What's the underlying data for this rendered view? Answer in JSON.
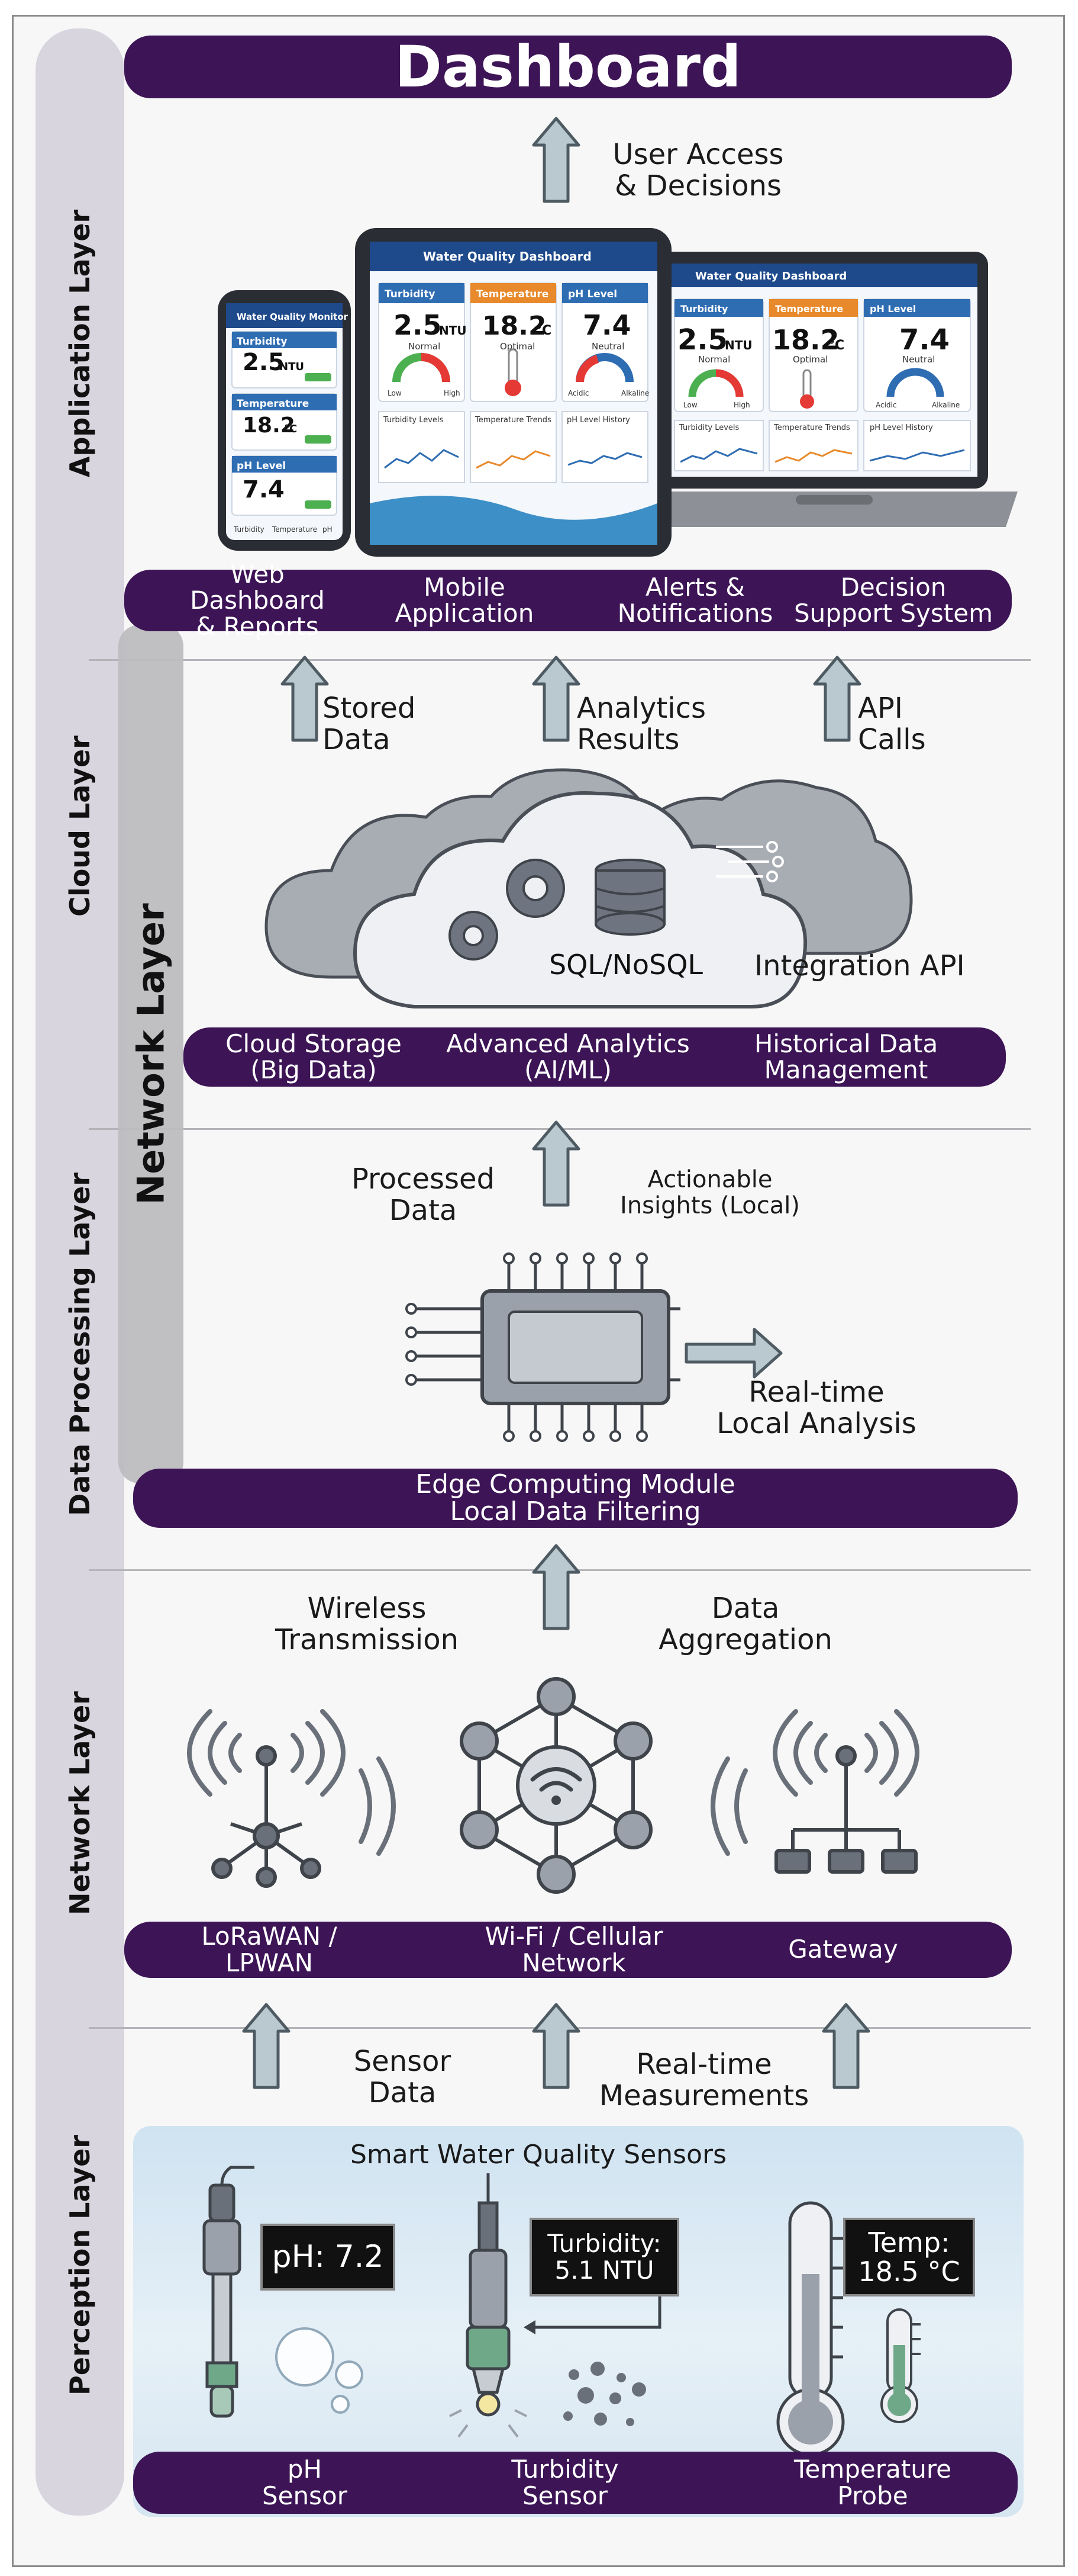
{
  "title": "Dashboard",
  "side_overlay_label": "Network Layer",
  "layers": {
    "application": "Application Layer",
    "cloud": "Cloud Layer",
    "processing": "Data Processing Layer",
    "network": "Network Layer",
    "perception": "Perception Layer"
  },
  "flows": {
    "user_access": "User Access\n& Decisions",
    "stored_data": "Stored\nData",
    "analytics_results": "Analytics\nResults",
    "api_calls": "API\nCalls",
    "processed_data": "Processed\nData",
    "actionable_insights": "Actionable\nInsights (Local)",
    "realtime_local": "Real-time\nLocal Analysis",
    "wireless_transmission": "Wireless\nTransmission",
    "data_aggregation": "Data\nAggregation",
    "sensor_data": "Sensor\nData",
    "realtime_measurements": "Real-time\nMeasurements"
  },
  "application_bar": [
    "Web Dashboard\n& Reports",
    "Mobile\nApplication",
    "Alerts &\nNotifications",
    "Decision\nSupport System"
  ],
  "cloud_bar": [
    "Cloud Storage\n(Big Data)",
    "Advanced Analytics\n(AI/ML)",
    "Historical Data\nManagement"
  ],
  "cloud_db": "SQL/NoSQL",
  "cloud_api": "Integration API",
  "processing_bar": "Edge Computing Module\nLocal Data Filtering",
  "network_bar": [
    "LoRaWAN /\nLPWAN",
    "Wi-Fi / Cellular\nNetwork",
    "Gateway"
  ],
  "sensors_title": "Smart Water Quality Sensors",
  "sensor_bar": [
    "pH\nSensor",
    "Turbidity\nSensor",
    "Temperature\nProbe"
  ],
  "readouts": {
    "ph": "pH: 7.2",
    "turbidity_label": "Turbidity:",
    "turbidity_value": "5.1 NTU",
    "temp_label": "Temp:",
    "temp_value": "18.5 °C"
  },
  "devices": {
    "phone_title": "Water Quality Monitor",
    "tablet_title": "Water Quality Dashboard",
    "laptop_title": "Water Quality Dashboard",
    "turbidity_label": "Turbidity",
    "temperature_label": "Temperature",
    "ph_label": "pH Level",
    "turbidity_value": "2.5",
    "turbidity_unit": "NTU",
    "temperature_value": "18.2",
    "temperature_unit": "°C",
    "ph_value": "7.4",
    "status_normal": "Normal",
    "status_optimal": "Optimal",
    "status_neutral": "Neutral",
    "chart_turbidity": "Turbidity Levels",
    "chart_temperature": "Temperature Trends",
    "chart_ph": "pH Level History",
    "gauge_low": "Low",
    "gauge_high": "High",
    "gauge_acidic": "Acidic",
    "gauge_alkaline": "Alkaline",
    "phone_tab_turbidity": "Turbidity",
    "phone_tab_temperature": "Temperature",
    "phone_tab_ph": "pH"
  },
  "colors": {
    "bar": "#3d1556",
    "side_strip": "#d9d5df",
    "arrow_fill": "#b9c9cf",
    "arrow_stroke": "#4f5b63",
    "sensor_panel": "#dbe9f3",
    "screen_header": "#1e4a8c"
  }
}
